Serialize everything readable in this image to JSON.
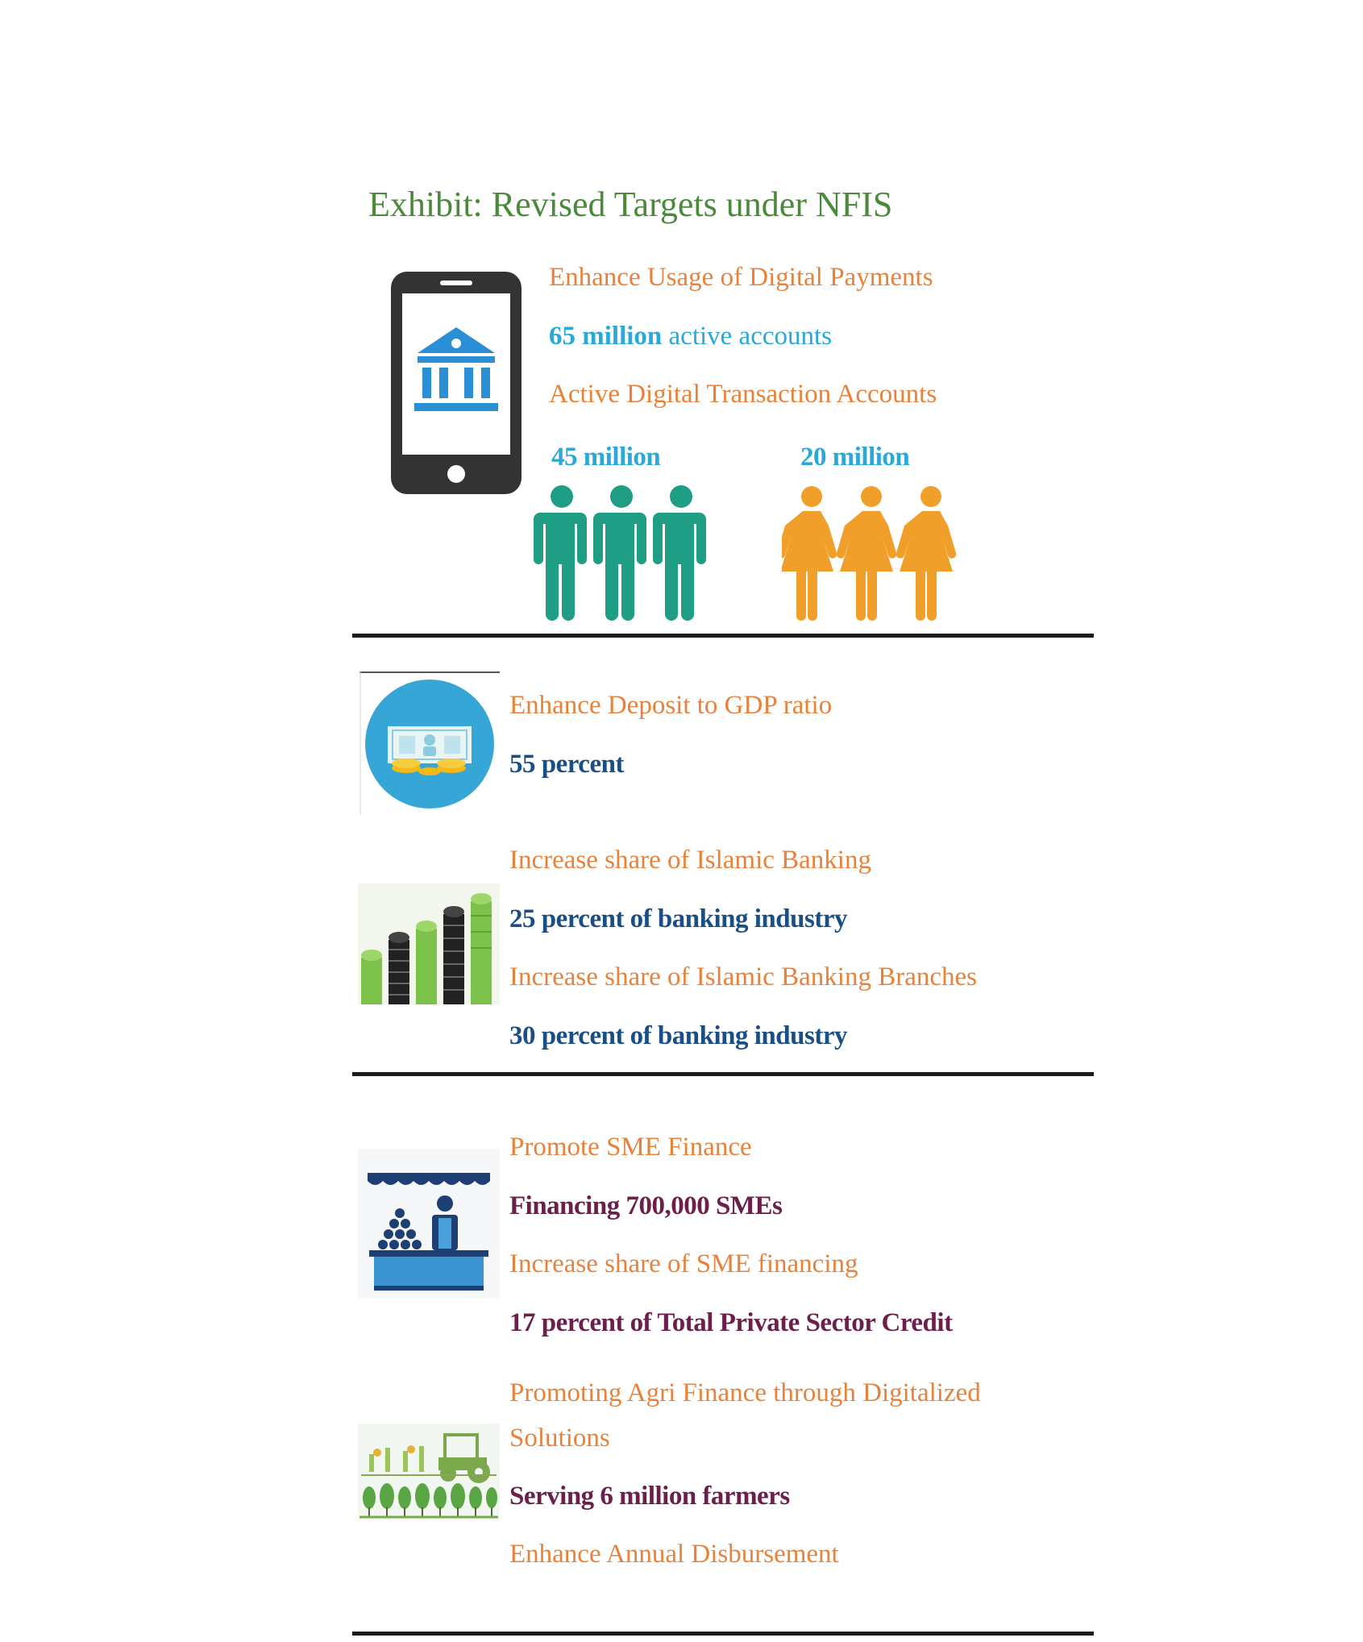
{
  "exhibit_title": "Exhibit: Revised Targets under NFIS",
  "digital_payments": {
    "heading": "Enhance Usage of Digital Payments",
    "active_accounts_bold": "65 million",
    "active_accounts_rest": " active accounts",
    "subheading": "Active Digital Transaction Accounts",
    "men_value": "45 million",
    "women_value": "20 million",
    "icons": [
      "mobile-bank-icon",
      "man-icon",
      "woman-icon"
    ],
    "colors": {
      "men": "#1f9e85",
      "women": "#f0a02a",
      "phone": "#333333",
      "bank": "#2b8fd6"
    }
  },
  "deposit": {
    "heading": "Enhance Deposit to GDP ratio",
    "value": "55 percent"
  },
  "islamic": {
    "heading": "Increase share of Islamic Banking",
    "value": "25 percent of banking industry",
    "branches_heading": "Increase share of Islamic Banking Branches",
    "branches_value": "30 percent of banking industry"
  },
  "sme": {
    "heading": "Promote SME Finance",
    "value": "Financing 700,000 SMEs",
    "share_heading": "Increase share of SME financing",
    "share_value": "17 percent of Total Private Sector Credit"
  },
  "agri": {
    "heading_line1": "Promoting Agri Finance through Digitalized",
    "heading_line2": "Solutions",
    "value": "Serving 6 million farmers",
    "disbursement_heading": "Enhance Annual Disbursement"
  }
}
